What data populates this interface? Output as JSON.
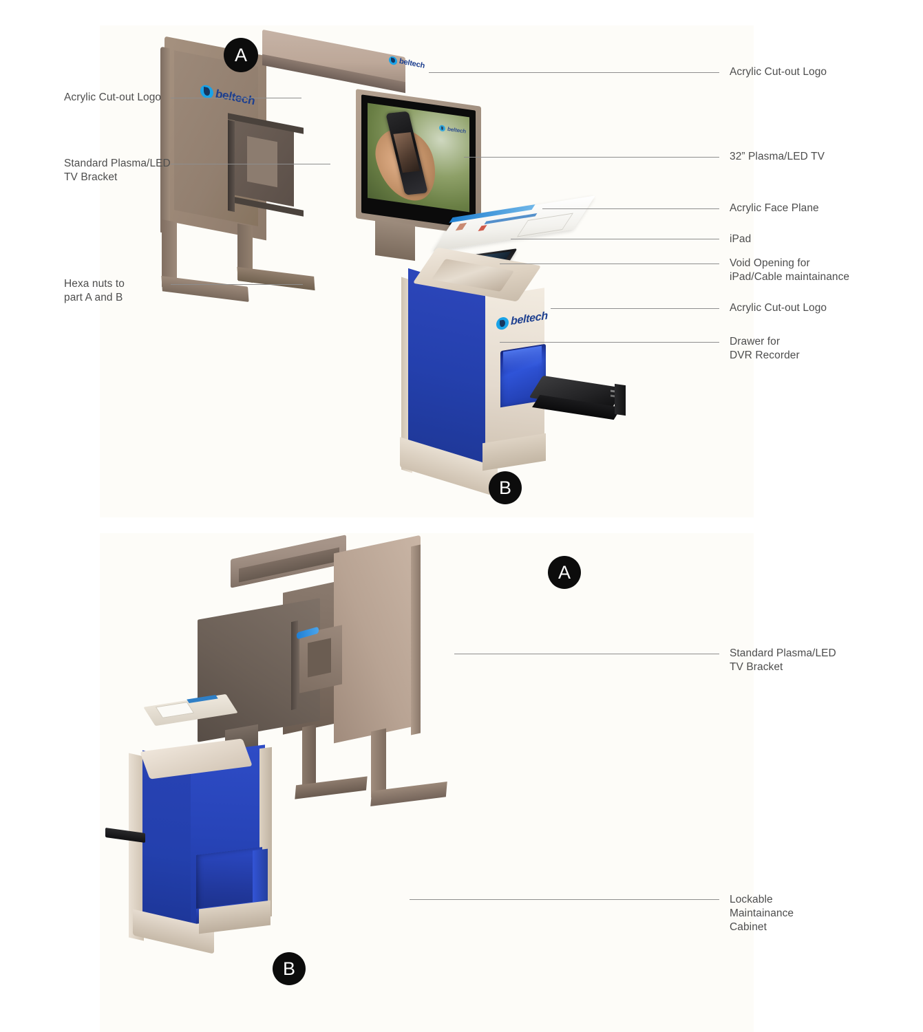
{
  "document": {
    "title": "Kiosk Exploded Assembly Diagram",
    "brand": "beltech",
    "background_color": "#ffffff",
    "panel_background_color": "#fdfcf8",
    "label_color": "#4d4d4d",
    "leader_line_color": "#8d8d8d",
    "accent_blue": "#2340ad",
    "brand_cyan": "#1aa3e8",
    "brand_navy": "#1d3f8f",
    "body_taupe": "#9b8876",
    "body_cream": "#e4dace"
  },
  "diagrams": [
    {
      "id": "top",
      "name": "front-exploded-view",
      "markers": [
        {
          "letter": "A",
          "name": "part-a-marker"
        },
        {
          "letter": "B",
          "name": "part-b-marker"
        }
      ],
      "labels_left": [
        {
          "id": "acrylic-cut-out-logo-left",
          "text": "Acrylic Cut-out Logo"
        },
        {
          "id": "standard-plasma-led-tv-bracket",
          "text": "Standard Plasma/LED\nTV Bracket"
        },
        {
          "id": "hexa-nuts",
          "text": "Hexa nuts to\npart A and B"
        }
      ],
      "labels_right": [
        {
          "id": "acrylic-cut-out-logo-top",
          "text": "Acrylic Cut-out Logo"
        },
        {
          "id": "plasma-led-tv",
          "text": "32” Plasma/LED TV"
        },
        {
          "id": "acrylic-face-plane",
          "text": "Acrylic Face Plane"
        },
        {
          "id": "ipad",
          "text": "iPad"
        },
        {
          "id": "void-opening",
          "text": "Void Opening for\niPad/Cable maintainance"
        },
        {
          "id": "acrylic-cut-out-logo-base",
          "text": "Acrylic Cut-out Logo"
        },
        {
          "id": "drawer-for-dvr",
          "text": "Drawer for\nDVR Recorder"
        }
      ]
    },
    {
      "id": "bottom",
      "name": "rear-exploded-view",
      "markers": [
        {
          "letter": "A",
          "name": "part-a-marker"
        },
        {
          "letter": "B",
          "name": "part-b-marker"
        }
      ],
      "labels_left": [],
      "labels_right": [
        {
          "id": "standard-plasma-led-tv-bracket-rear",
          "text": "Standard Plasma/LED\nTV Bracket"
        },
        {
          "id": "lockable-maintainance-cabinet",
          "text": "Lockable\nMaintainance\nCabinet"
        }
      ]
    }
  ],
  "logos": [
    {
      "id": "logo-bracket-panel",
      "text": "beltech"
    },
    {
      "id": "logo-bracket-overhang",
      "text": "beltech"
    },
    {
      "id": "logo-tv-screen",
      "text": "beltech"
    },
    {
      "id": "logo-pedestal",
      "text": "beltech"
    }
  ]
}
